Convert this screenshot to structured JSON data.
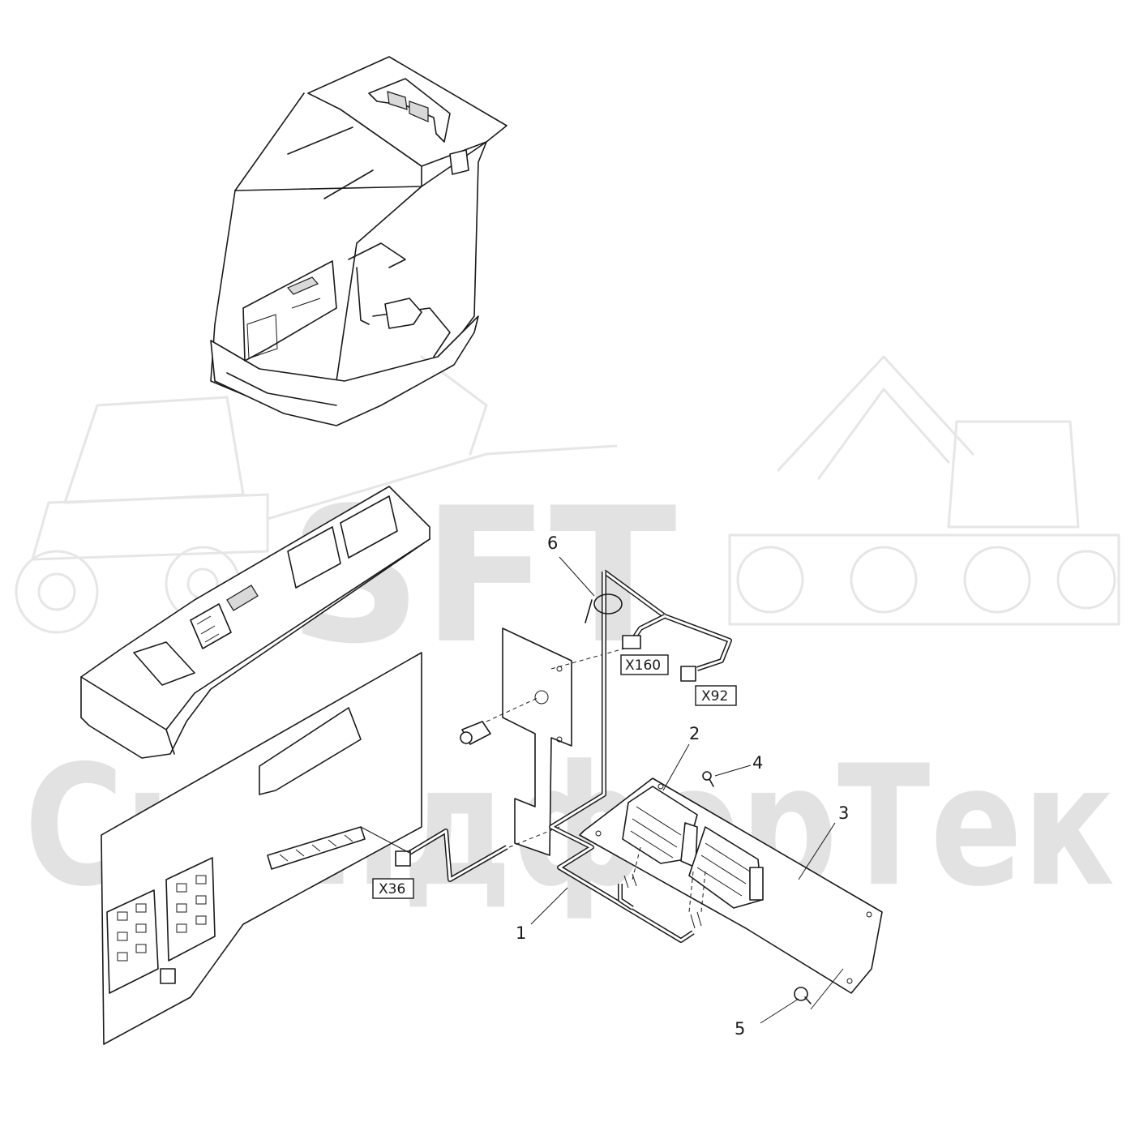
{
  "watermark": {
    "brand": "SFT",
    "company": "СкандфорТек"
  },
  "callouts": [
    {
      "id": "1",
      "label": "1"
    },
    {
      "id": "2",
      "label": "2"
    },
    {
      "id": "3",
      "label": "3"
    },
    {
      "id": "4",
      "label": "4"
    },
    {
      "id": "5",
      "label": "5"
    },
    {
      "id": "6",
      "label": "6"
    }
  ],
  "connectors": {
    "x160": "X160",
    "x92": "X92",
    "x36": "X36"
  }
}
